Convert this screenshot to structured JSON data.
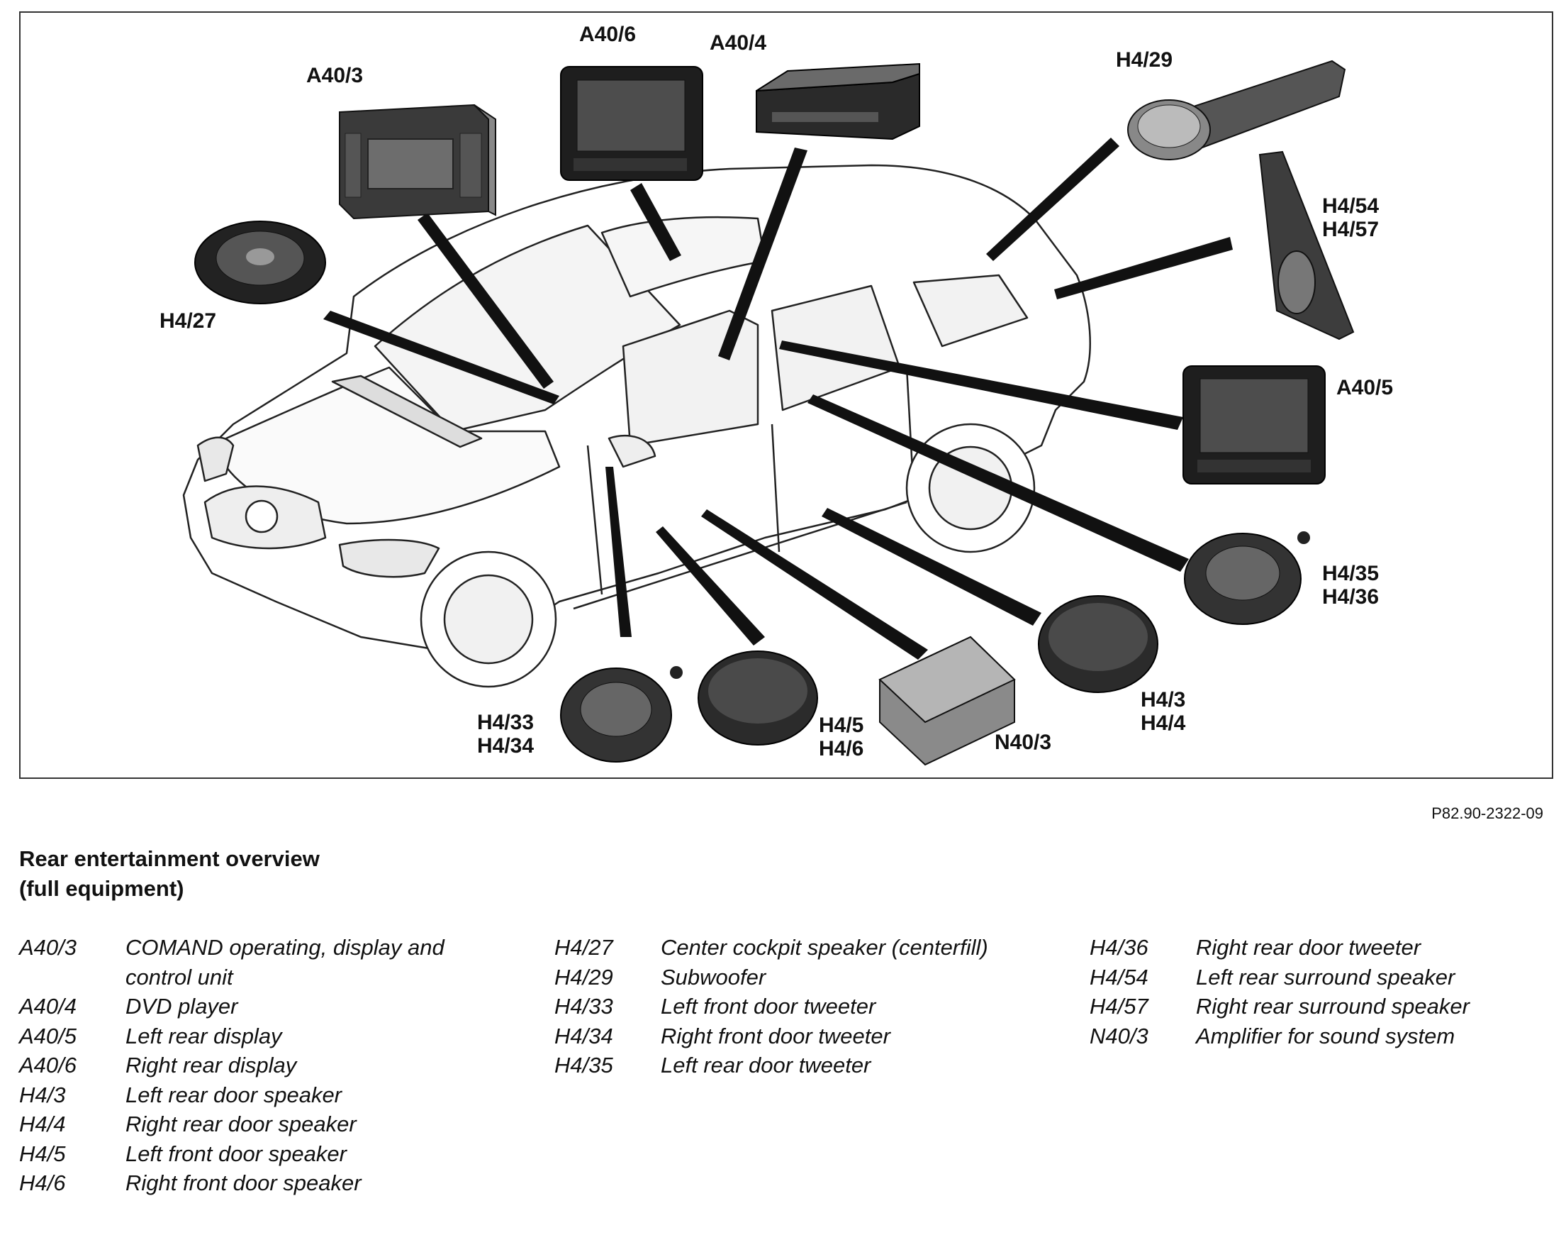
{
  "figure": {
    "part_labels": {
      "a40_3": "A40/3",
      "a40_6": "A40/6",
      "a40_4": "A40/4",
      "h4_29": "H4/29",
      "h4_54_57": "H4/54\nH4/57",
      "h4_27": "H4/27",
      "a40_5": "A40/5",
      "h4_35_36": "H4/35\nH4/36",
      "h4_33_34": "H4/33\nH4/34",
      "h4_5_6": "H4/5\nH4/6",
      "n40_3": "N40/3",
      "h4_3_4": "H4/3\nH4/4"
    },
    "reference": "P82.90-2322-09"
  },
  "caption": "Rear entertainment overview\n(full equipment)",
  "legend": [
    [
      {
        "code": "A40/3",
        "desc": "COMAND operating, display and control unit"
      },
      {
        "code": "A40/4",
        "desc": "DVD player"
      },
      {
        "code": "A40/5",
        "desc": "Left rear display"
      },
      {
        "code": "A40/6",
        "desc": "Right rear display"
      },
      {
        "code": "H4/3",
        "desc": "Left rear door speaker"
      },
      {
        "code": "H4/4",
        "desc": "Right rear door speaker"
      },
      {
        "code": "H4/5",
        "desc": "Left front door speaker"
      },
      {
        "code": "H4/6",
        "desc": "Right front door speaker"
      }
    ],
    [
      {
        "code": "H4/27",
        "desc": "Center cockpit speaker (centerfill)"
      },
      {
        "code": "H4/29",
        "desc": "Subwoofer"
      },
      {
        "code": "H4/33",
        "desc": "Left front door tweeter"
      },
      {
        "code": "H4/34",
        "desc": "Right front door tweeter"
      },
      {
        "code": "H4/35",
        "desc": "Left rear door tweeter"
      }
    ],
    [
      {
        "code": "H4/36",
        "desc": "Right rear door tweeter"
      },
      {
        "code": "H4/54",
        "desc": "Left rear surround speaker"
      },
      {
        "code": "H4/57",
        "desc": "Right rear surround speaker"
      },
      {
        "code": "N40/3",
        "desc": "Amplifier for sound system"
      }
    ]
  ]
}
